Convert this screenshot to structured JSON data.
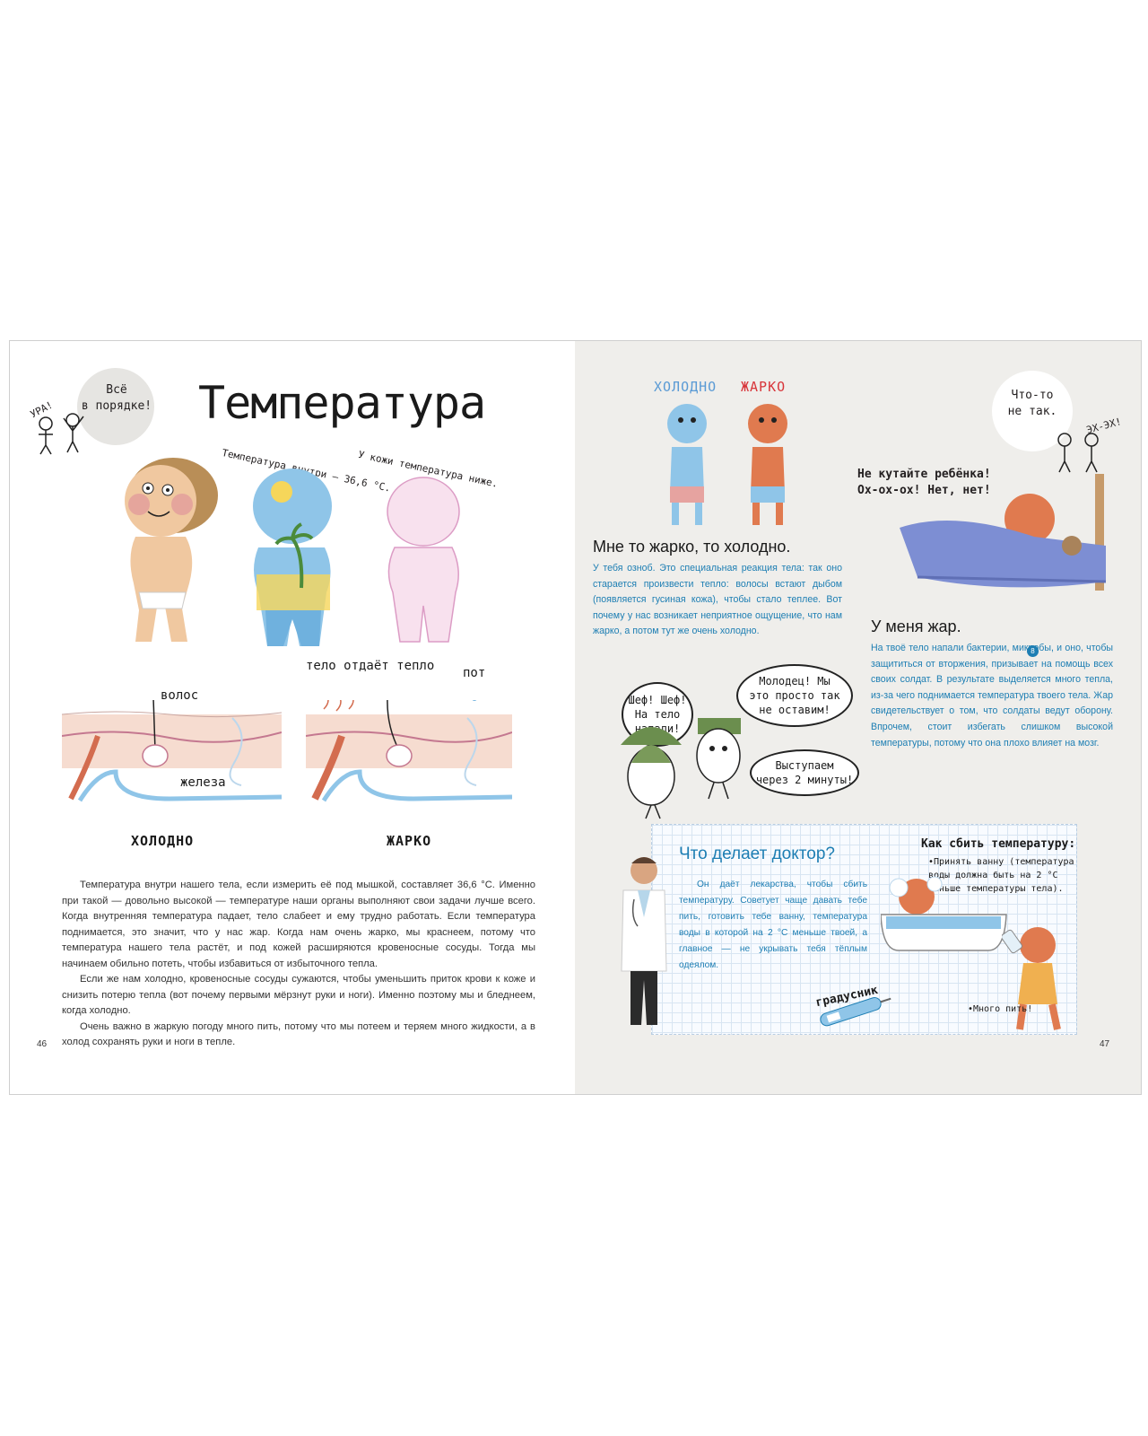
{
  "left": {
    "bubble": "Всё\nв порядке!",
    "bubble_small": "УРА!",
    "title": "Температура",
    "label_inside": "Температура внутри — 36,6 °С.",
    "label_skin": "У кожи температура ниже.",
    "label_hair": "волос",
    "label_gland": "железа",
    "label_heat": "тело отдаёт тепло",
    "label_sweat": "пот",
    "label_cold": "ХОЛОДНО",
    "label_hot": "ЖАРКО",
    "paragraphs": [
      "Температура внутри нашего тела, если измерить её под мышкой, составляет 36,6 °С. Именно при такой — довольно высокой — температуре наши органы выполняют свои задачи лучше всего. Когда внутренняя температура падает, тело слабеет и ему трудно работать. Если температура поднимается, это значит, что у нас жар. Когда нам очень жарко, мы краснеем, потому что температура нашего тела растёт, и под кожей расширяются кровеносные сосуды. Тогда мы начинаем обильно потеть, чтобы избавиться от избыточного тепла.",
      "Если же нам холодно, кровеносные сосуды сужаются, чтобы уменьшить приток крови к коже и снизить потерю тепла (вот почему первыми мёрзнут руки и ноги). Именно поэтому мы и бледнеем, когда холодно.",
      "Очень важно в жаркую погоду много пить, потому что мы потеем и теряем много жидкости, а в холод сохранять руки и ноги в тепле."
    ],
    "page_number": "46"
  },
  "right": {
    "label_cold": "ХОЛОДНО",
    "label_hot": "ЖАРКО",
    "bubble": "Что-то\nне так.",
    "bubble_small": "ЭХ-ЭХ!",
    "heading1": "Мне то жарко, то холодно.",
    "text1": "У тебя озноб. Это специальная реакция тела: так оно старается произвести тепло: волосы встают дыбом (появляется гусиная кожа), чтобы стало теплее. Вот почему у нас возникает неприятное ощущение, что нам жарко, а потом тут же очень холодно.",
    "grandma": "Не кутайте ребёнка!\nОх-ох-ох! Нет, нет!",
    "heading2": "У меня жар.",
    "text2": "На твоё тело напали бактерии, микробы, и оно, чтобы защититься от вторжения, призывает на помощь всех своих солдат. В результате выделяется много тепла, из-за чего поднимается температура твоего тела. Жар свидетельствует о том, что солдаты ведут оборону. Впрочем, стоит избегать слишком высокой температуры, потому что она плохо влияет на мозг.",
    "ref_badge": "8",
    "speech1": "Шеф! Шеф!\nНа тело\nнапали!",
    "speech2": "Молодец! Мы\nэто просто так\nне оставим!",
    "speech3": "Выступаем\nчерез 2 минуты!",
    "doctor_heading": "Что делает доктор?",
    "doctor_text": "Он даёт лекарства, чтобы сбить температуру. Советует чаще давать тебе пить, готовить тебе ванну, температура воды в которой на 2 °С меньше твоей, а главное — не укрывать тебя тёплым одеялом.",
    "how_heading": "Как сбить температуру:",
    "how_item1": "•Принять ванну (температура воды должна быть на 2 °С меньше температуры тела).",
    "how_item2": "•Много пить!",
    "thermometer": "градусник",
    "page_number": "47"
  }
}
